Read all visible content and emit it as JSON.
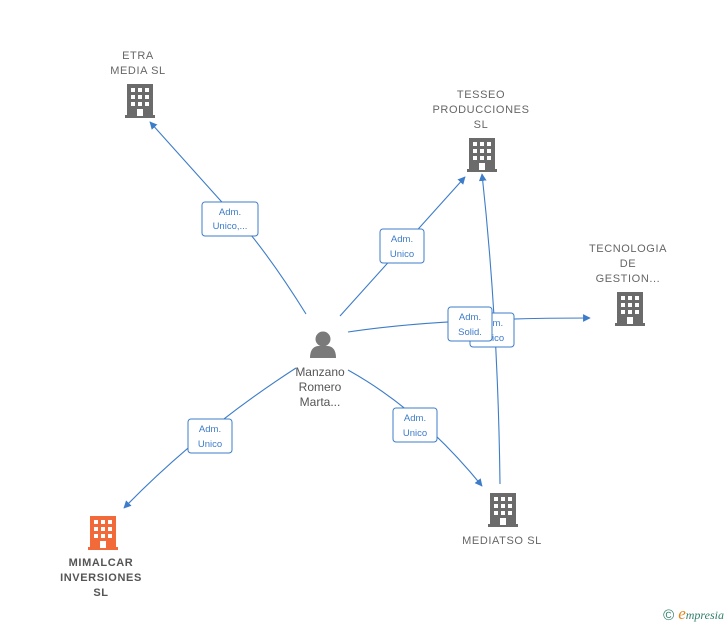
{
  "nodes": {
    "etra": {
      "lines": [
        "ETRA",
        "MEDIA  SL"
      ]
    },
    "tesseo": {
      "lines": [
        "TESSEO",
        "PRODUCCIONES",
        "SL"
      ]
    },
    "tecnologia": {
      "lines": [
        "TECNOLOGIA",
        "DE",
        "GESTION..."
      ]
    },
    "mediatso": {
      "lines": [
        "MEDIATSO SL"
      ]
    },
    "mimalcar": {
      "lines": [
        "MIMALCAR",
        "INVERSIONES",
        "SL"
      ],
      "color": "#f26a3a"
    },
    "person": {
      "lines": [
        "Manzano",
        "Romero",
        "Marta..."
      ]
    }
  },
  "edges": {
    "etra": {
      "lines": [
        "Adm.",
        "Unico,..."
      ]
    },
    "tesseo": {
      "lines": [
        "Adm.",
        "Unico"
      ]
    },
    "tecnologia": {
      "lines": [
        "Adm.",
        "Solid."
      ]
    },
    "tecnologia_hidden": {
      "lines": [
        "Adm.",
        "Unico"
      ]
    },
    "mediatso": {
      "lines": [
        "Adm.",
        "Unico"
      ]
    },
    "mimalcar": {
      "lines": [
        "Adm.",
        "Unico"
      ]
    }
  },
  "colors": {
    "edge": "#3d7cc9",
    "building": "#6b6b6b",
    "highlight_building": "#f26a3a",
    "person": "#7a7a7a"
  },
  "footer": {
    "copyright_symbol": "©",
    "brand_initial": "e",
    "brand_rest": "mpresia"
  }
}
